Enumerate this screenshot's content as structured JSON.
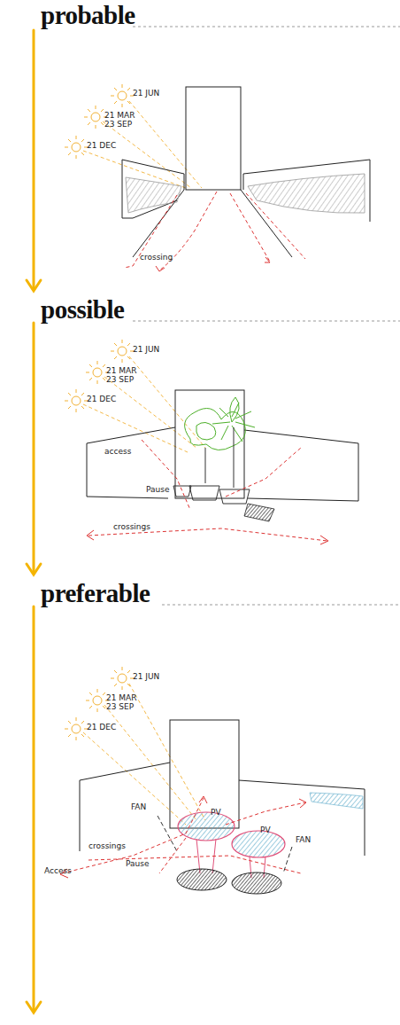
{
  "diagram": {
    "labels": [
      "probable",
      "21 JUN",
      "21 MAR 23 SEP",
      "21 DEC",
      "crossing",
      "possible",
      "21 JUN",
      "21 MAR 23 SEP",
      "21 DEC",
      "access",
      "Pause",
      "crossings",
      "preferable",
      "21 JUN",
      "21 MAR 23 SEP",
      "21 DEC",
      "PV",
      "PV",
      "FAN",
      "FAN",
      "crossings",
      "Pause",
      "Access"
    ]
  }
}
